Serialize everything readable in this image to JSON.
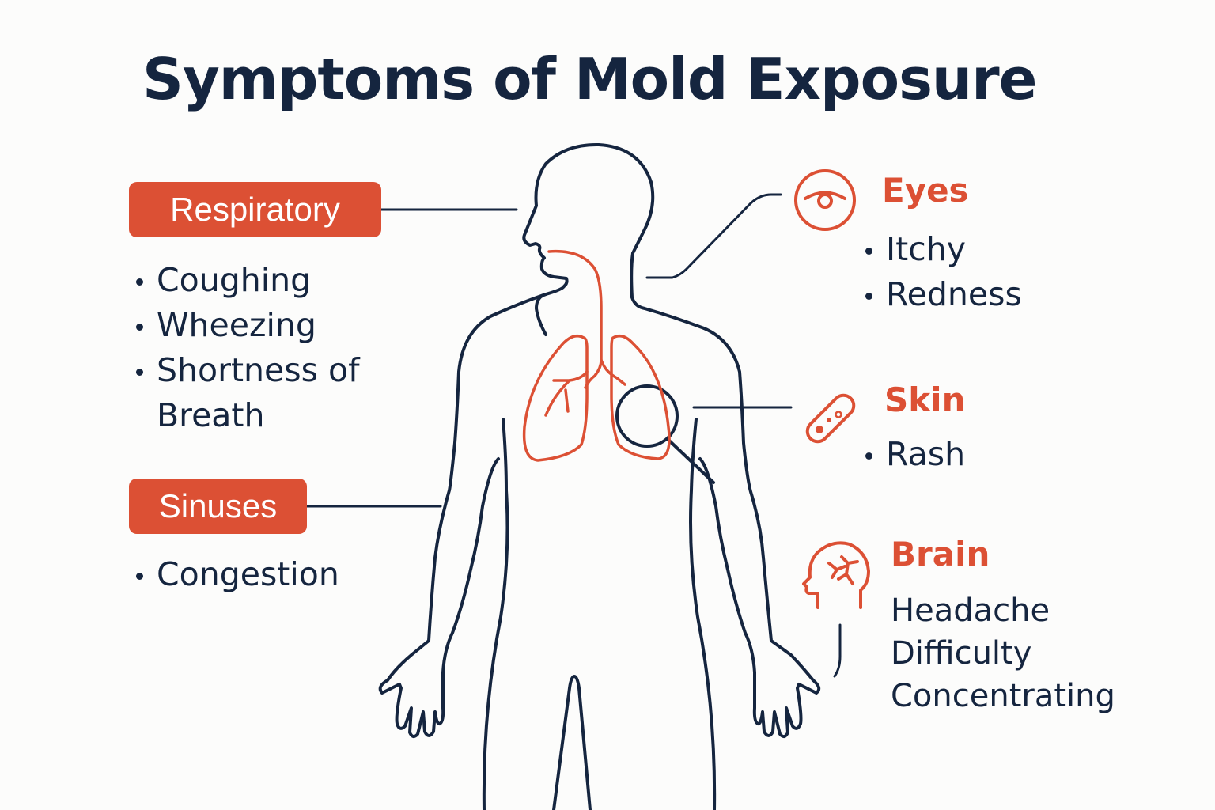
{
  "title": "Symptoms of Mold Exposure",
  "colors": {
    "accent": "#dc5034",
    "outline": "#15253f",
    "background": "#fcfcfb"
  },
  "left": {
    "respiratory": {
      "label": "Respiratory",
      "items": [
        "Coughing",
        "Wheezing",
        "Shortness of Breath"
      ]
    },
    "sinuses": {
      "label": "Sinuses",
      "items": [
        "Congestion"
      ]
    }
  },
  "right": {
    "eyes": {
      "label": "Eyes",
      "icon": "eye-icon",
      "items": [
        "Itchy",
        "Redness"
      ]
    },
    "skin": {
      "label": "Skin",
      "icon": "bandage-icon",
      "items": [
        "Rash"
      ]
    },
    "brain": {
      "label": "Brain",
      "icon": "head-brain-icon",
      "items": [
        "Headache",
        "Difficulty",
        "Concentrating"
      ]
    }
  }
}
